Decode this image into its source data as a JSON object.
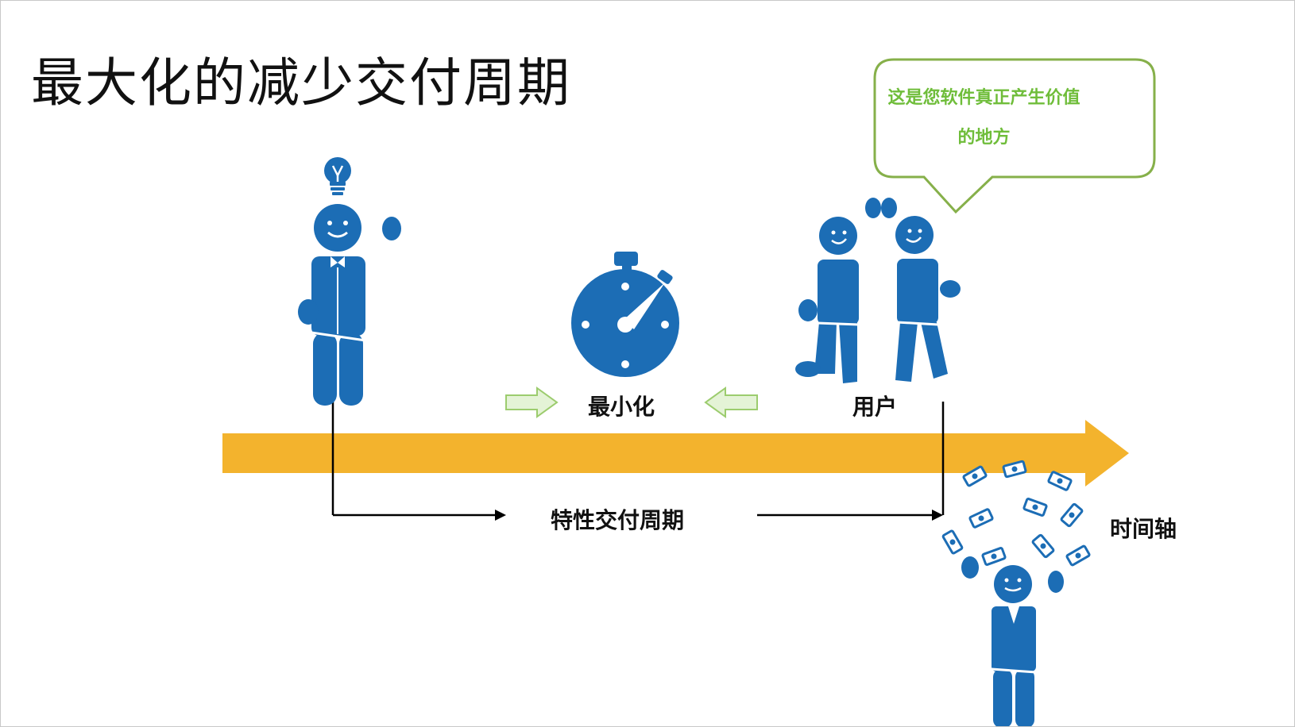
{
  "title": "最大化的减少交付周期",
  "callout": {
    "line1": "这是您软件真正产生价值",
    "line2": "的地方"
  },
  "labels": {
    "minimize": "最小化",
    "users": "用户",
    "cycle": "特性交付周期",
    "timeline": "时间轴"
  },
  "colors": {
    "figure": "#1c6db5",
    "arrow": "#f3b32d",
    "callout": "#86b04a",
    "hint_arrow": "#dcefc7"
  },
  "icons": [
    "lightbulb-icon",
    "stopwatch-icon",
    "money-icon"
  ]
}
